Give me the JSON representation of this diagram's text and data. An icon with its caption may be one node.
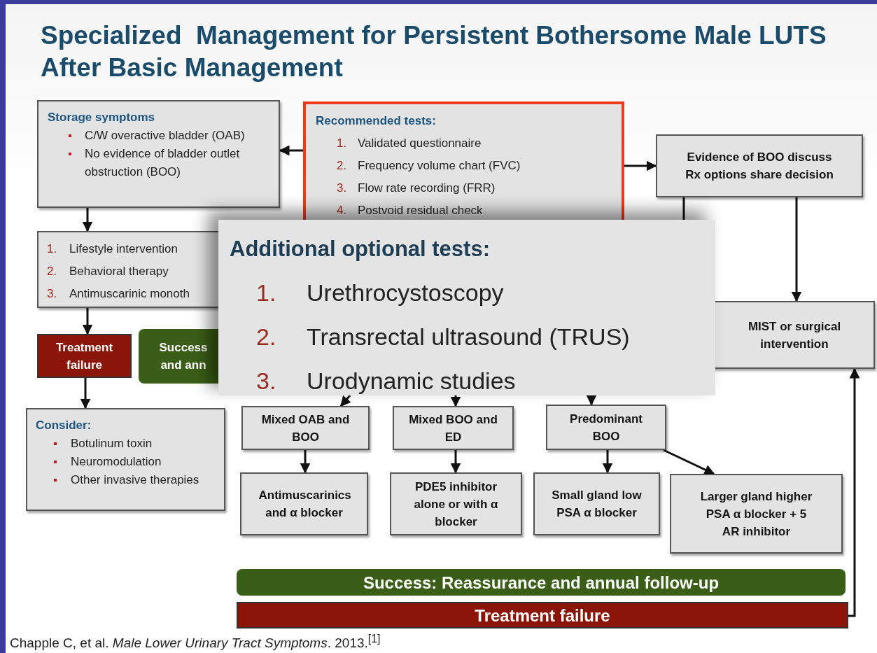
{
  "diagram": {
    "title": "Specialized  Management for Persistent Bothersome Male LUTS After Basic Management",
    "caption": "Chapple C, et al. *Male Lower Urinary Tract Symptoms*. 2013.$^{[1]}$",
    "nodes": [
      {
        "text": [
          "Storage symptoms",
          "C/W overactive bladder (OAB)",
          "No evidence of bladder outlet obstruction (BOO)"
        ]
      },
      {
        "text": [
          "Recommended tests:",
          "1.",
          "Validated questionnaire",
          "2.",
          "Frequency volume chart (FVC)",
          "3.",
          "Flow rate recording (FRR)",
          "4.",
          "Postvoid residual check"
        ]
      },
      {
        "text": [
          "Evidence of BOO discuss Rx options share decision"
        ]
      },
      {
        "text": [
          "1.",
          "Lifestyle intervention",
          "2.",
          "Behavioral therapy",
          "3.",
          "Antimuscarinic monoth"
        ]
      },
      {
        "text": [
          "Treatment failure"
        ]
      },
      {
        "text": [
          "Success and ann"
        ]
      },
      {
        "text": [
          "Consider:",
          "Botulinum toxin",
          "Neuromodulation",
          "Other invasive therapies"
        ]
      },
      {
        "text": [
          "Additional optional tests:",
          "1.",
          "Urethrocystoscopy",
          "2.",
          "Transrectal ultrasound (TRUS)",
          "3.",
          "Urodynamic studies"
        ]
      },
      {
        "text": [
          "MIST or surgical intervention"
        ]
      },
      {
        "text": [
          "Mixed OAB and BOO"
        ]
      },
      {
        "text": [
          "Mixed BOO and ED"
        ]
      },
      {
        "text": [
          "Predominant BOO"
        ]
      },
      {
        "text": [
          "Antimuscarinics and α blocker"
        ]
      },
      {
        "text": [
          "PDE5 inhibitor alone or with α blocker"
        ]
      },
      {
        "text": [
          "Small gland low PSA α blocker"
        ]
      },
      {
        "text": [
          "Larger gland higher PSA α blocker + 5 AR inhibitor"
        ]
      },
      {
        "text": [
          "Success: Reassurance and annual follow-up"
        ]
      },
      {
        "text": [
          "Treatment failure"
        ]
      }
    ],
    "edges": [
      {
        "from": 1,
        "to": 0,
        "arrow": "to"
      },
      {
        "from": 1,
        "to": 2,
        "arrow": "to"
      },
      {
        "from": 0,
        "to": 3,
        "arrow": "to"
      },
      {
        "from": 3,
        "to": 4,
        "arrow": "to"
      },
      {
        "from": 4,
        "to": 6,
        "arrow": "to"
      },
      {
        "from": 2,
        "to": 8,
        "arrow": "to"
      },
      {
        "from": 2,
        "to": 7,
        "arrow": "none"
      },
      {
        "from": 7,
        "to": 9,
        "arrow": "to"
      },
      {
        "from": 7,
        "to": 10,
        "arrow": "to"
      },
      {
        "from": 7,
        "to": 11,
        "arrow": "to"
      },
      {
        "from": 9,
        "to": 12,
        "arrow": "to"
      },
      {
        "from": 10,
        "to": 13,
        "arrow": "to"
      },
      {
        "from": 11,
        "to": 14,
        "arrow": "to"
      },
      {
        "from": 11,
        "to": 15,
        "arrow": "to"
      },
      {
        "from": 17,
        "to": 8,
        "arrow": "to"
      }
    ]
  }
}
